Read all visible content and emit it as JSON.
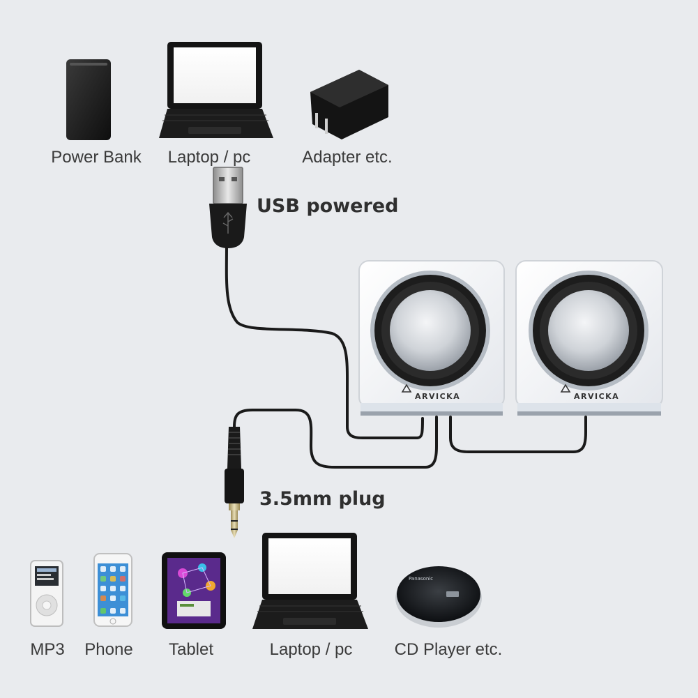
{
  "power_sources": [
    {
      "name": "power-bank",
      "label": "Power Bank"
    },
    {
      "name": "laptop-pc-top",
      "label": "Laptop  / pc"
    },
    {
      "name": "adapter",
      "label": "Adapter etc."
    }
  ],
  "callouts": {
    "usb": "USB powered",
    "audio": "3.5mm plug"
  },
  "speaker_brand": "ARVICKA",
  "audio_sources": [
    {
      "name": "mp3",
      "label": "MP3"
    },
    {
      "name": "phone",
      "label": "Phone"
    },
    {
      "name": "tablet",
      "label": "Tablet"
    },
    {
      "name": "laptop-pc-bottom",
      "label": "Laptop / pc"
    },
    {
      "name": "cd-player",
      "label": "CD Player etc."
    }
  ],
  "colors": {
    "background": "#e9ebee",
    "cable": "#1a1a1a",
    "speaker_body": "#f7f8fa",
    "speaker_ring": "#9aa3ad"
  }
}
